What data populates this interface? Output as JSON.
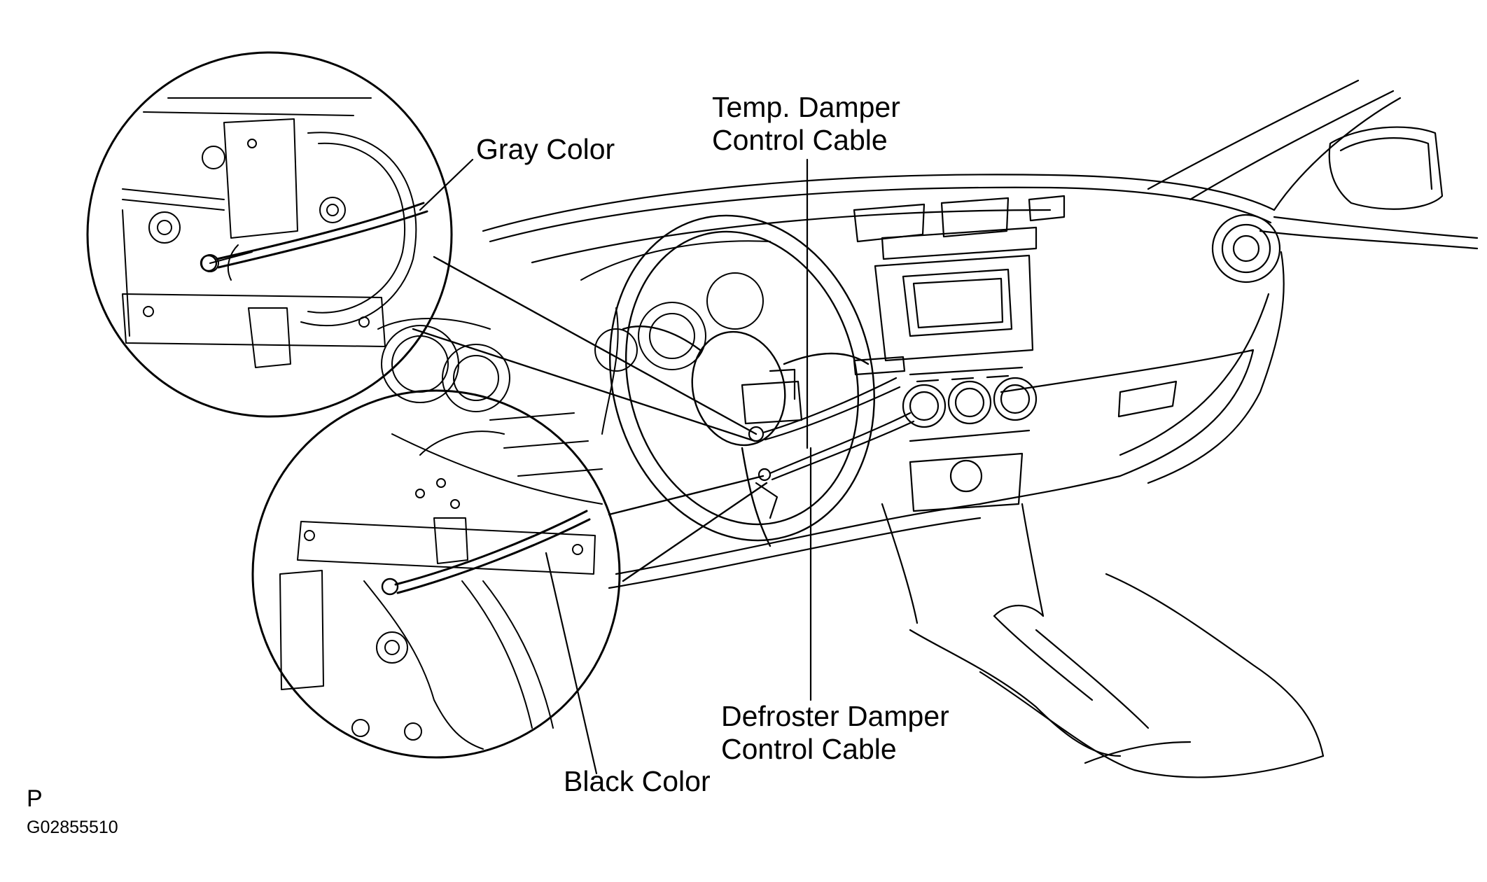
{
  "labels": {
    "gray_color": "Gray Color",
    "temp_damper_line1": "Temp. Damper",
    "temp_damper_line2": "Control Cable",
    "defroster_damper_line1": "Defroster Damper",
    "defroster_damper_line2": "Control Cable",
    "black_color": "Black Color",
    "corner_letter": "P",
    "figure_code": "G02855510"
  },
  "colors": {
    "ink": "#000000",
    "background": "#ffffff"
  }
}
